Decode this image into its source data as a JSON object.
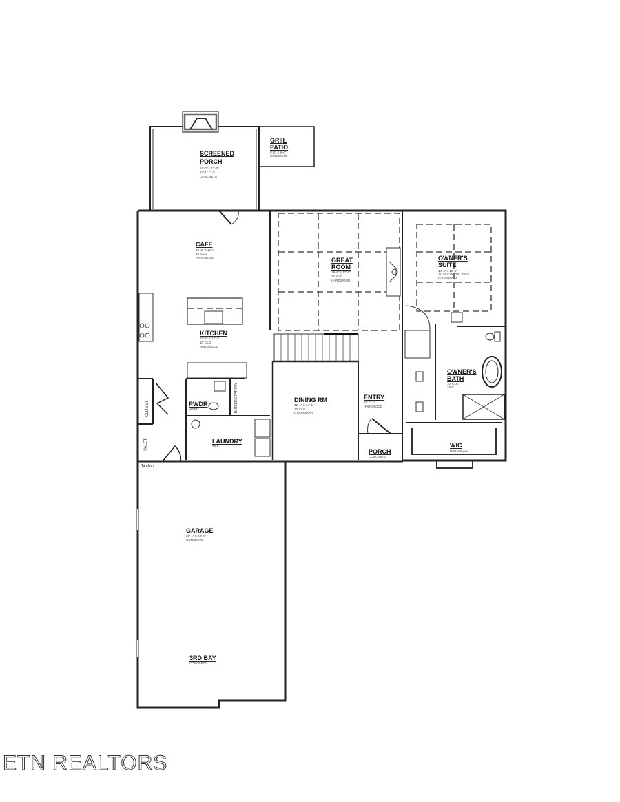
{
  "brand": "ETN REALTORS",
  "rooms": {
    "screened_porch": {
      "name": "SCREENED PORCH",
      "line1": "SCREENED",
      "line2": "PORCH",
      "dims": "16'-0\" x 12'-0\"",
      "ceiling": "10'-1\" CLG",
      "floor": "CONCRETE"
    },
    "grill_patio": {
      "name": "GRIIL PATIO",
      "line1": "GRIIL",
      "line2": "PATIO",
      "dims": "8'-0\" X 8'-0\"",
      "floor": "CONCRETE"
    },
    "cafe": {
      "name": "CAFE",
      "dims": "10'-8\" X 12'-0\"",
      "ceiling": "10' CLG",
      "floor": "HARDWOOD"
    },
    "kitchen": {
      "name": "KITCHEN",
      "dims": "19'-8\" X 14'-4\"",
      "ceiling": "10' CLG",
      "floor": "HARDWOOD"
    },
    "great_room": {
      "name": "GREAT ROOM",
      "line1": "GREAT",
      "line2": "ROOM",
      "dims": "18'-8\" x 17'-8\"",
      "ceiling": "10' CLG",
      "floor": "HARDWOOD"
    },
    "owners_suite": {
      "name": "OWNER'S SUITE",
      "line1": "OWNER'S",
      "line2": "SUITE",
      "dims": "14'-0\" x 15'-8\"",
      "ceiling": "11' CLG W/ DBL TRAY",
      "floor": "HARDWOOD"
    },
    "owners_bath": {
      "name": "OWNER'S BATH",
      "line1": "OWNER'S",
      "line2": "BATH",
      "ceiling": "10' CLG",
      "floor": "TILE"
    },
    "wic": {
      "name": "WIC",
      "floor": "HARDWOOD"
    },
    "dining_rm": {
      "name": "DINING RM",
      "dims": "12'-1\" X 14'-1\"",
      "ceiling": "10' CLG",
      "floor": "HARDWOOD"
    },
    "entry": {
      "name": "ENTRY",
      "ceiling": "10' CLG",
      "floor": "HARDWOOD"
    },
    "porch": {
      "name": "PORCH",
      "floor": "CONCRETE"
    },
    "pwdr": {
      "name": "PWDR",
      "floor": "HDWD"
    },
    "butlers_pantry": {
      "name": "BUTLERS PANTRY"
    },
    "laundry": {
      "name": "LAUNDRY",
      "floor": "TILE"
    },
    "closet": {
      "name": "CLOSET"
    },
    "valet": {
      "name": "VALET"
    },
    "tandem": {
      "name": "Tandem"
    },
    "garage": {
      "name": "GARAGE",
      "dims": "21'-1\" X 24'-9\"",
      "floor": "CONCRETE"
    },
    "third_bay": {
      "name": "3RD BAY",
      "floor": "CONCRETE"
    }
  }
}
